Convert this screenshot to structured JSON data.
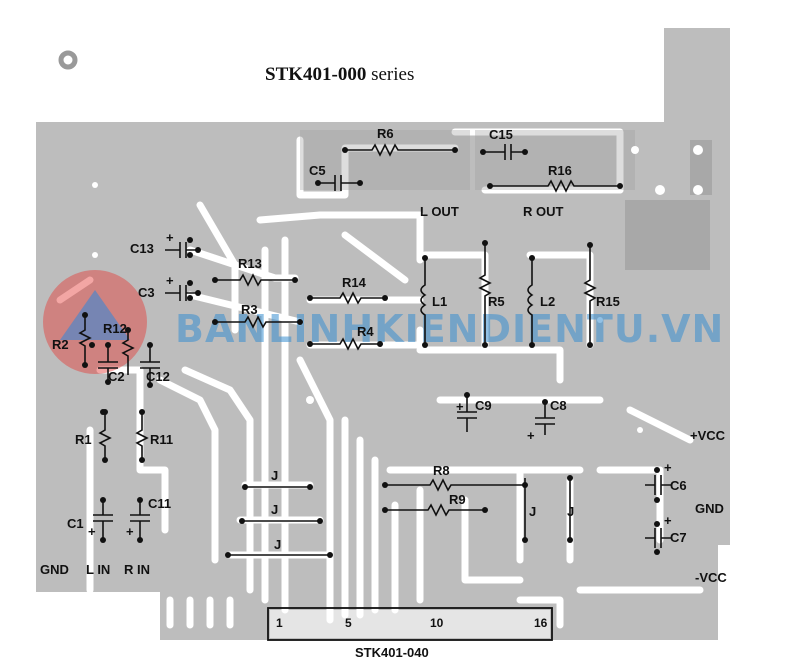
{
  "title": {
    "part": "STK401-000",
    "suffix": " series"
  },
  "footer": "STK401-040",
  "watermark": "BANLINHKIENDIENTU.VN",
  "colors": {
    "board": "#bdbdbd",
    "trace": "#ffffff",
    "ink": "#111111",
    "watermark": "#3a8fd0"
  },
  "components": {
    "r1": "R1",
    "r2": "R2",
    "r3": "R3",
    "r4": "R4",
    "r5": "R5",
    "r6": "R6",
    "r8": "R8",
    "r9": "R9",
    "r11": "R11",
    "r12": "R12",
    "r13": "R13",
    "r14": "R14",
    "r15": "R15",
    "r16": "R16",
    "c1": "C1",
    "c2": "C2",
    "c3": "C3",
    "c5": "C5",
    "c6": "C6",
    "c7": "C7",
    "c8": "C8",
    "c9": "C9",
    "c11": "C11",
    "c12": "C12",
    "c13": "C13",
    "c15": "C15",
    "l1": "L1",
    "l2": "L2",
    "j1": "J",
    "j2": "J",
    "j3": "J",
    "j4": "J",
    "j5": "J"
  },
  "terminals": {
    "lout": "L OUT",
    "rout": "R OUT",
    "vcc_pos": "+VCC",
    "gnd_right": "GND",
    "vcc_neg": "-VCC",
    "gnd_left": "GND",
    "lin": "L IN",
    "rin": "R IN"
  },
  "polarity": {
    "plus": "+"
  },
  "pins": {
    "p1": "1",
    "p5": "5",
    "p10": "10",
    "p16": "16"
  }
}
